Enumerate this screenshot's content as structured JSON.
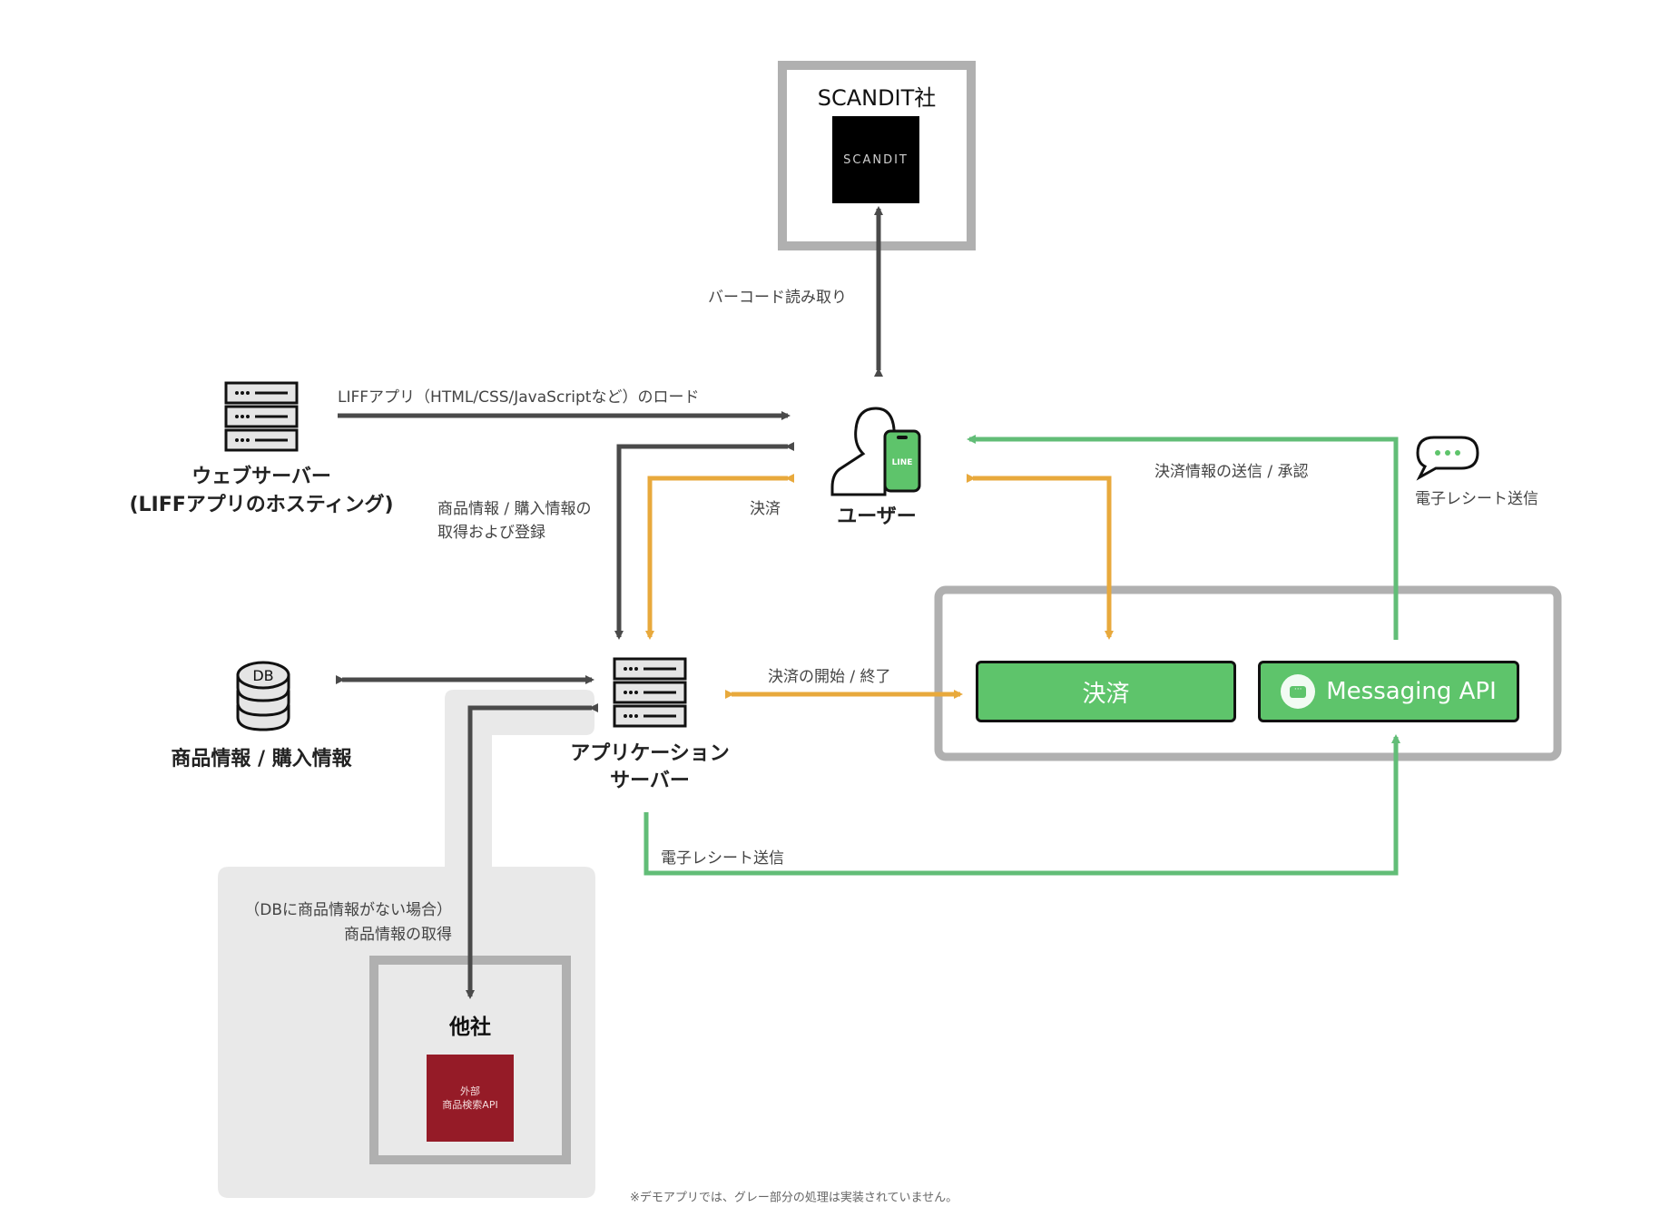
{
  "colors": {
    "dark_arrow": "#4a4a4a",
    "payment_arrow": "#e8a93c",
    "receipt_arrow": "#62bd77",
    "box_border": "#b0b0b0",
    "gray_zone": "#e9e9e9",
    "green_button": "#5ec46b",
    "scandit_logo_bg": "#000000",
    "external_api_bg": "#951b27"
  },
  "nodes": {
    "scandit": {
      "title": "SCANDIT社",
      "logo_text": "SCANDIT",
      "icon": "scandit-logo"
    },
    "web_server": {
      "line1": "ウェブサーバー",
      "line2": "(LIFFアプリのホスティング)",
      "icon": "server-icon"
    },
    "user": {
      "label": "ユーザー",
      "icon": "user-with-line-phone-icon",
      "phone_badge": "LINE"
    },
    "app_server": {
      "line1": "アプリケーション",
      "line2": "サーバー",
      "icon": "server-icon"
    },
    "database": {
      "label": "商品情報 / 購入情報",
      "icon_text": "DB",
      "icon": "database-icon"
    },
    "payment": {
      "label": "決済"
    },
    "messaging_api": {
      "label": "Messaging API",
      "icon": "line-chat-icon"
    },
    "other_company": {
      "title": "他社",
      "api_line1": "外部",
      "api_line2": "商品検索API"
    },
    "receipt_bubble": {
      "label": "電子レシート送信",
      "icon": "chat-bubble-icon"
    }
  },
  "edges": {
    "barcode": "バーコード読み取り",
    "liff_load": "LIFFアプリ（HTML/CSS/JavaScriptなど）のロード",
    "product_info_line1": "商品情報 / 購入情報の",
    "product_info_line2": "取得および登録",
    "payment": "決済",
    "payment_info": "決済情報の送信 / 承認",
    "payment_start_end": "決済の開始 / 終了",
    "e_receipt": "電子レシート送信",
    "fallback_line1": "（DBに商品情報がない場合）",
    "fallback_line2": "商品情報の取得"
  },
  "footnote": "※デモアプリでは、グレー部分の処理は実装されていません。"
}
